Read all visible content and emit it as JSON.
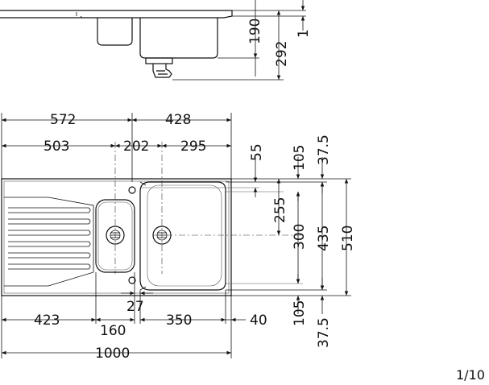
{
  "side_view": {
    "h_190": "190",
    "h_292": "292",
    "h_1": "1"
  },
  "top_dims": {
    "w_572": "572",
    "w_428": "428",
    "w_503": "503",
    "w_202": "202",
    "w_295": "295"
  },
  "right_dims": {
    "v_55": "55",
    "v_105_top": "105",
    "v_37_5_top": "37.5",
    "v_255": "255",
    "v_300": "300",
    "v_435": "435",
    "v_510": "510",
    "v_105_bottom": "105",
    "v_37_5_bottom": "37.5"
  },
  "bottom_dims": {
    "w_27": "27",
    "w_423": "423",
    "w_160": "160",
    "w_350": "350",
    "w_40": "40",
    "w_1000": "1000"
  },
  "page": {
    "number": "1/10"
  }
}
